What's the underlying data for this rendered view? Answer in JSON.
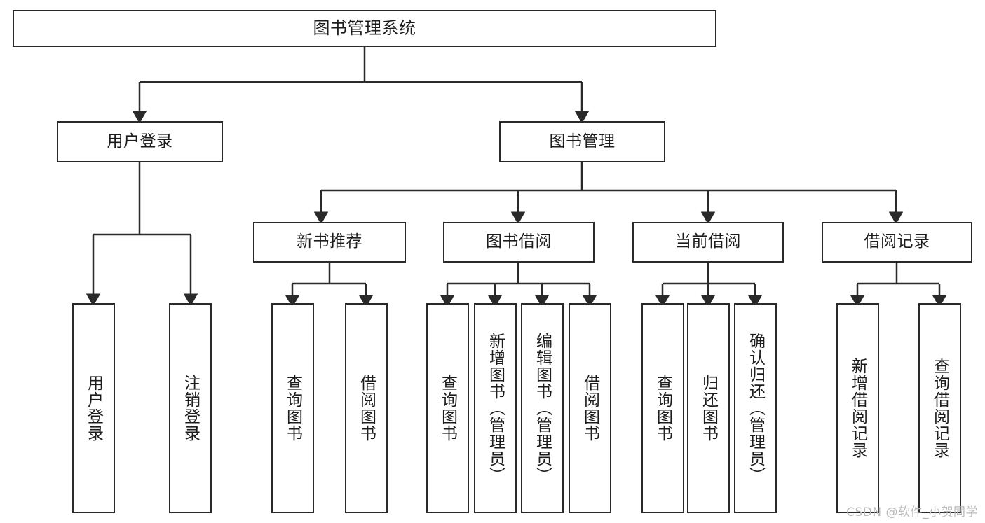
{
  "diagram": {
    "title": "图书管理系统",
    "type": "tree-hierarchy",
    "watermark": "CSDN @软件_小贺同学",
    "colors": {
      "box_border": "#2a2a2a",
      "box_fill": "#ffffff",
      "connector": "#2a2a2a",
      "text": "#1c1c1c",
      "watermark": "#b9b9b9"
    },
    "nodes": {
      "root": {
        "label": "图书管理系统",
        "orientation": "horizontal"
      },
      "level1": [
        {
          "id": "user-login",
          "label": "用户登录",
          "orientation": "horizontal"
        },
        {
          "id": "book-manage",
          "label": "图书管理",
          "orientation": "horizontal"
        }
      ],
      "level2": [
        {
          "id": "new-book-recommend",
          "label": "新书推荐",
          "orientation": "horizontal"
        },
        {
          "id": "book-borrow",
          "label": "图书借阅",
          "orientation": "horizontal"
        },
        {
          "id": "current-borrow",
          "label": "当前借阅",
          "orientation": "horizontal"
        },
        {
          "id": "borrow-record",
          "label": "借阅记录",
          "orientation": "horizontal"
        }
      ],
      "leaves": [
        {
          "id": "leaf-user-login",
          "label": "用户登录",
          "parent": "user-login",
          "orientation": "vertical"
        },
        {
          "id": "leaf-logout-login",
          "label": "注销登录",
          "parent": "user-login",
          "orientation": "vertical"
        },
        {
          "id": "leaf-query-book-1",
          "label": "查询图书",
          "parent": "new-book-recommend",
          "orientation": "vertical"
        },
        {
          "id": "leaf-borrow-book-1",
          "label": "借阅图书",
          "parent": "new-book-recommend",
          "orientation": "vertical"
        },
        {
          "id": "leaf-query-book-2",
          "label": "查询图书",
          "parent": "book-borrow",
          "orientation": "vertical"
        },
        {
          "id": "leaf-add-book",
          "label": "新增图书（管理员）",
          "parent": "book-borrow",
          "orientation": "vertical"
        },
        {
          "id": "leaf-edit-book",
          "label": "编辑图书（管理员）",
          "parent": "book-borrow",
          "orientation": "vertical"
        },
        {
          "id": "leaf-borrow-book-2",
          "label": "借阅图书",
          "parent": "book-borrow",
          "orientation": "vertical"
        },
        {
          "id": "leaf-query-book-3",
          "label": "查询图书",
          "parent": "current-borrow",
          "orientation": "vertical"
        },
        {
          "id": "leaf-return-book",
          "label": "归还图书",
          "parent": "current-borrow",
          "orientation": "vertical"
        },
        {
          "id": "leaf-confirm-return",
          "label": "确认归还（管理员）",
          "parent": "current-borrow",
          "orientation": "vertical"
        },
        {
          "id": "leaf-add-record",
          "label": "新增借阅记录",
          "parent": "borrow-record",
          "orientation": "vertical"
        },
        {
          "id": "leaf-query-record",
          "label": "查询借阅记录",
          "parent": "borrow-record",
          "orientation": "vertical"
        }
      ]
    }
  }
}
